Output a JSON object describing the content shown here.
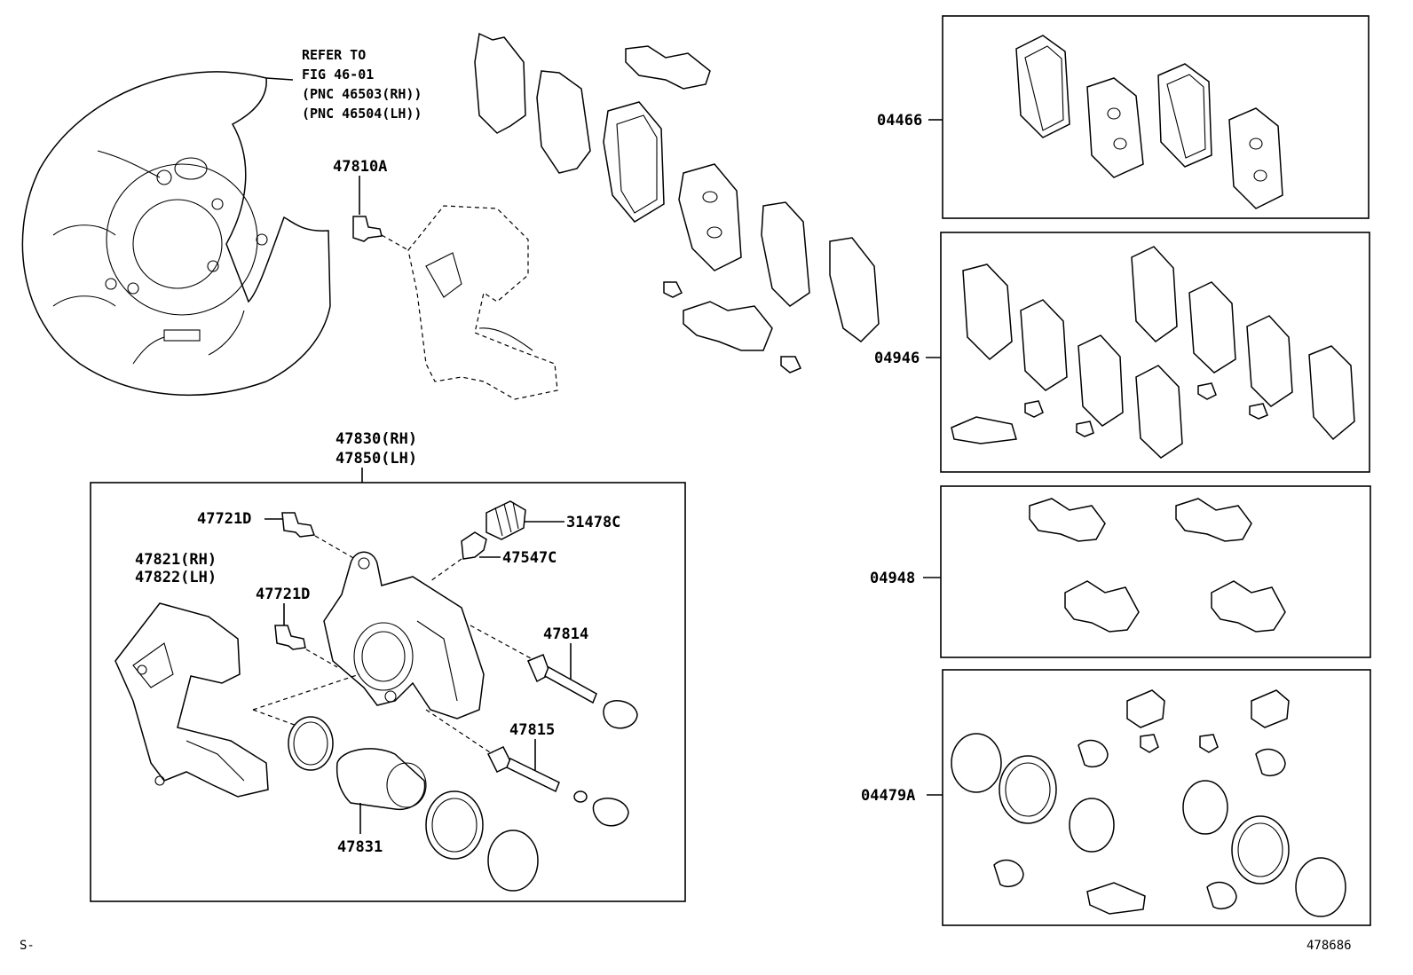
{
  "refer_note": {
    "line1": "REFER TO",
    "line2": "FIG 46-01",
    "line3": "(PNC 46503(RH))",
    "line4": "(PNC 46504(LH))"
  },
  "labels": {
    "p47810A": "47810A",
    "p47830": "47830(RH)",
    "p47850": "47850(LH)",
    "p47721D_a": "47721D",
    "p31478C": "31478C",
    "p47547C": "47547C",
    "p47821": "47821(RH)",
    "p47822": "47822(LH)",
    "p47721D_b": "47721D",
    "p47814": "47814",
    "p47815": "47815",
    "p47831": "47831",
    "k04466": "04466",
    "k04946": "04946",
    "k04948": "04948",
    "k04479A": "04479A"
  },
  "footer": {
    "left": "S-",
    "right": "478686"
  }
}
